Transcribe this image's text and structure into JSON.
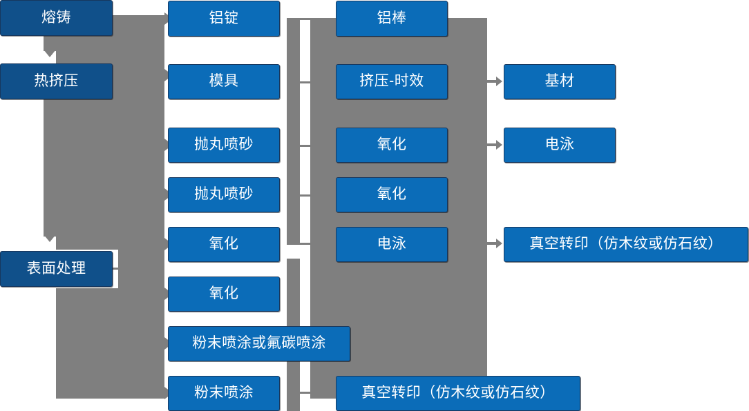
{
  "diagram": {
    "title": "Aluminium profile production process flow",
    "colors": {
      "stage_box": "#10508A",
      "process_box": "#0B6CB8",
      "connector": "#7F7F7F",
      "box_border": "#17375E",
      "background": "#FFFFFF"
    },
    "stages": [
      {
        "id": "stage-melt-cast",
        "label": "熔铸"
      },
      {
        "id": "stage-hot-extrusion",
        "label": "热挤压"
      },
      {
        "id": "stage-surface-treat",
        "label": "表面处理"
      }
    ],
    "column2": [
      {
        "id": "col2-aluminium-ingot",
        "label": "铝锭"
      },
      {
        "id": "col2-mould",
        "label": "模具"
      },
      {
        "id": "col2-shot-blasting-1",
        "label": "抛丸喷砂"
      },
      {
        "id": "col2-shot-blasting-2",
        "label": "抛丸喷砂"
      },
      {
        "id": "col2-oxidation-1",
        "label": "氧化"
      },
      {
        "id": "col2-oxidation-2",
        "label": "氧化"
      },
      {
        "id": "col2-powder-or-fluorocarbon",
        "label": "粉末喷涂或氟碳喷涂"
      },
      {
        "id": "col2-powder-coating",
        "label": "粉末喷涂"
      }
    ],
    "column3": [
      {
        "id": "col3-aluminium-bar",
        "label": "铝棒"
      },
      {
        "id": "col3-extrusion-aging",
        "label": "挤压-时效"
      },
      {
        "id": "col3-oxidation-1",
        "label": "氧化"
      },
      {
        "id": "col3-oxidation-2",
        "label": "氧化"
      },
      {
        "id": "col3-electrophoresis",
        "label": "电泳"
      },
      {
        "id": "col3-vacuum-transfer",
        "label": "真空转印（仿木纹或仿石纹）"
      }
    ],
    "column4": [
      {
        "id": "col4-base-material",
        "label": "基材"
      },
      {
        "id": "col4-electrophoresis",
        "label": "电泳"
      },
      {
        "id": "col4-vacuum-transfer",
        "label": "真空转印（仿木纹或仿石纹）"
      }
    ]
  }
}
